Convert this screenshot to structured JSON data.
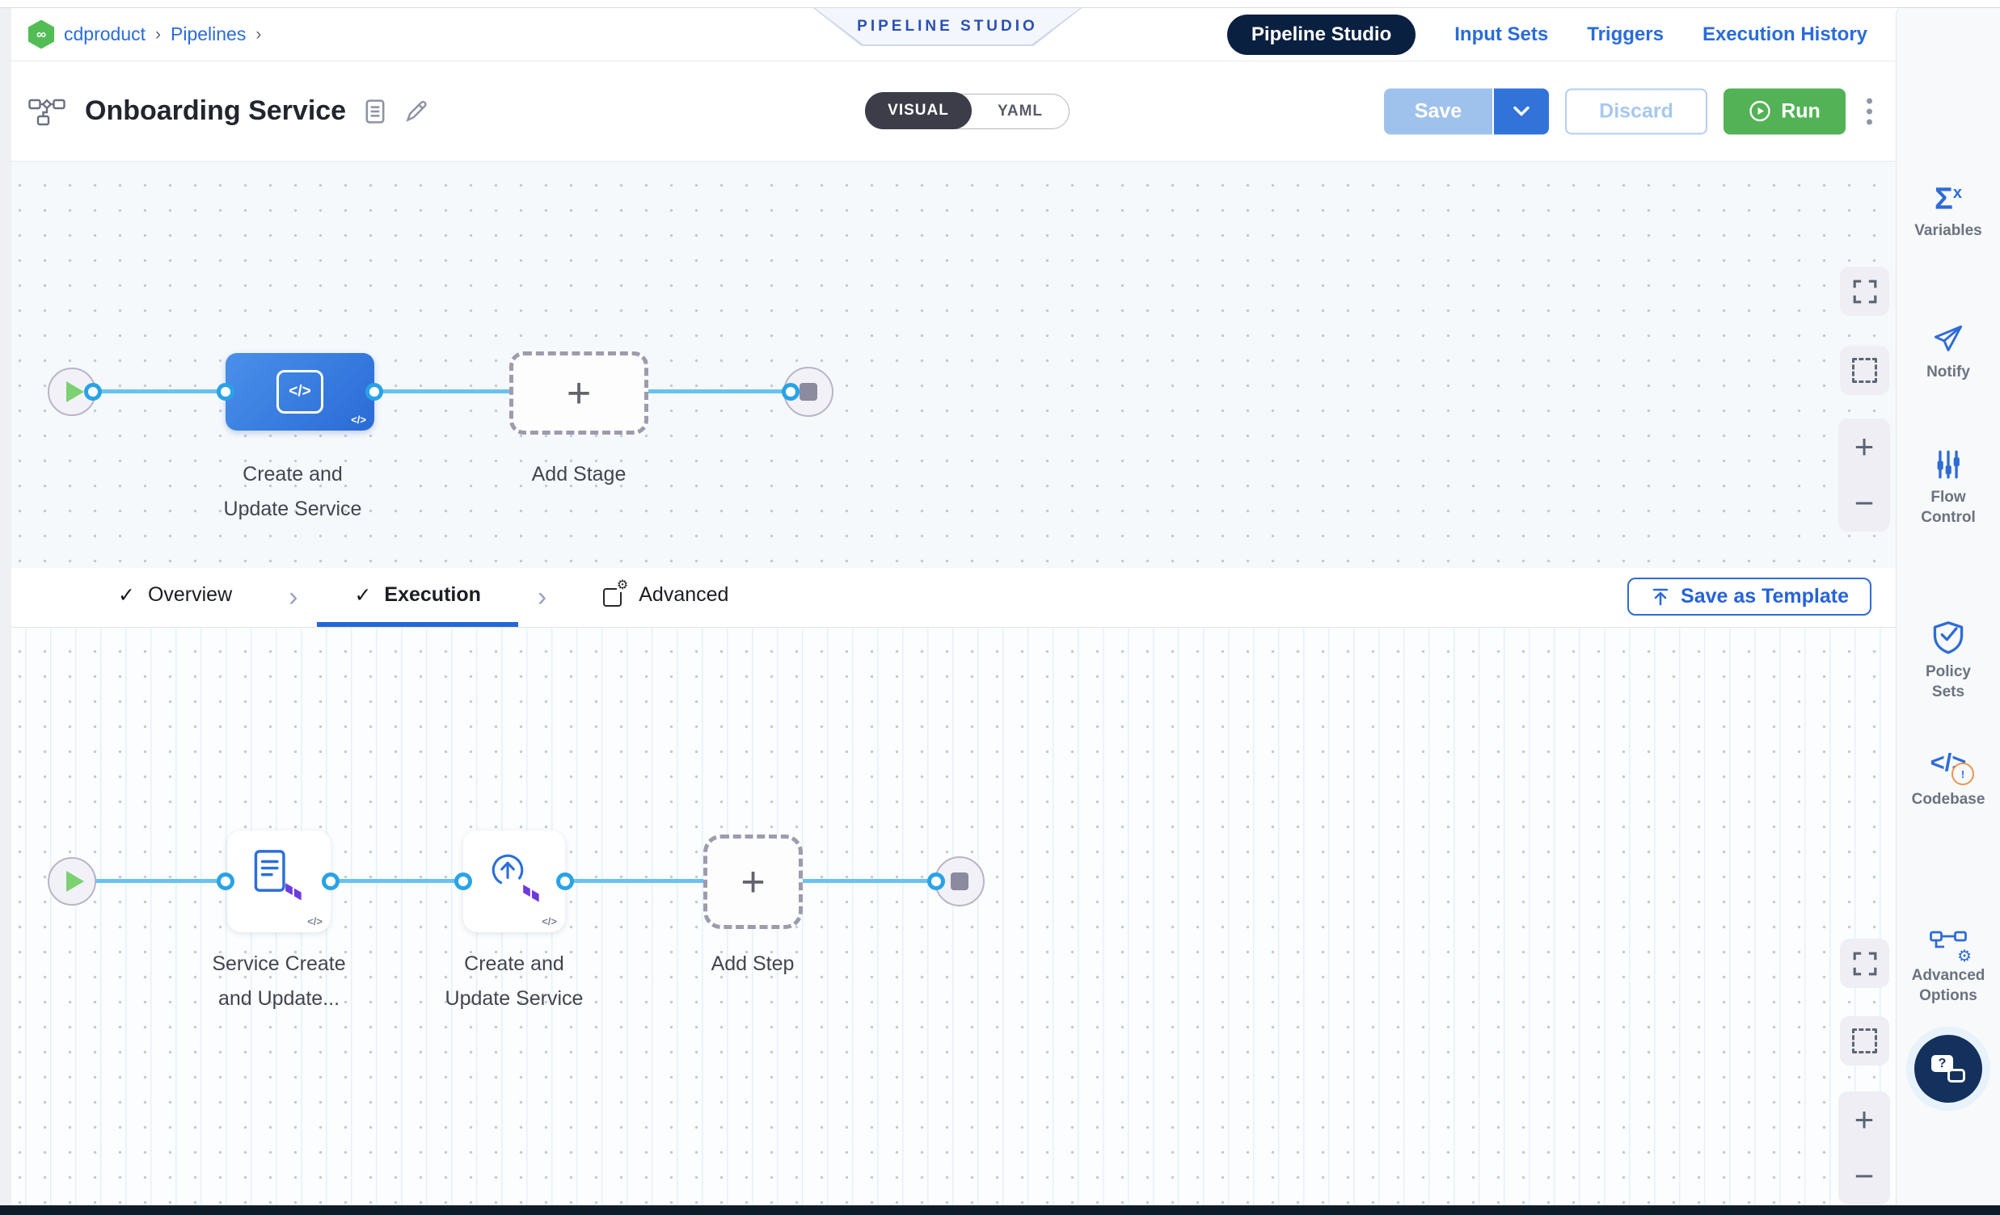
{
  "breadcrumb": {
    "project": "cdproduct",
    "section": "Pipelines"
  },
  "studio_badge": "PIPELINE STUDIO",
  "nav": {
    "tabs": [
      {
        "label": "Pipeline Studio",
        "active": true
      },
      {
        "label": "Input Sets",
        "active": false
      },
      {
        "label": "Triggers",
        "active": false
      },
      {
        "label": "Execution History",
        "active": false
      }
    ]
  },
  "header": {
    "title": "Onboarding Service",
    "toggle": {
      "visual": "VISUAL",
      "yaml": "YAML"
    },
    "save": "Save",
    "discard": "Discard",
    "run": "Run"
  },
  "stage_canvas": {
    "stage_label": "Create and\nUpdate Service",
    "add_stage": "Add Stage"
  },
  "progress_tabs": {
    "overview": "Overview",
    "execution": "Execution",
    "advanced": "Advanced",
    "save_as_template": "Save as Template"
  },
  "step_canvas": {
    "step1_label": "Service Create\nand Update...",
    "step2_label": "Create and\nUpdate Service",
    "add_step": "Add Step"
  },
  "sidebar": {
    "items": [
      {
        "label": "Variables"
      },
      {
        "label": "Notify"
      },
      {
        "label": "Flow\nControl"
      },
      {
        "label": "Policy\nSets"
      },
      {
        "label": "Codebase"
      },
      {
        "label": "Advanced\nOptions"
      }
    ]
  },
  "glyphs": {
    "plus": "+",
    "minus": "−",
    "check": "✓",
    "chevron": "›",
    "infinity": "∞",
    "code": "</>",
    "gear": "⚙",
    "question": "?",
    "sigma": "Σ",
    "sup_x": "x",
    "warning": "!"
  },
  "colors": {
    "accent_blue": "#2f6bd8",
    "link_blue": "#2a6cd8",
    "navy_pill": "#0a2040",
    "run_green": "#52b255",
    "save_disabled_blue": "#9fc2ec",
    "edge_blue": "#6ac3ef",
    "stage_blue_gradient": "#4a90ea → #2a6bd6",
    "canvas_bg": "#f5f9fc",
    "rail_bg": "#f7f9fa",
    "terraform_purple": "#6d3bdc"
  }
}
